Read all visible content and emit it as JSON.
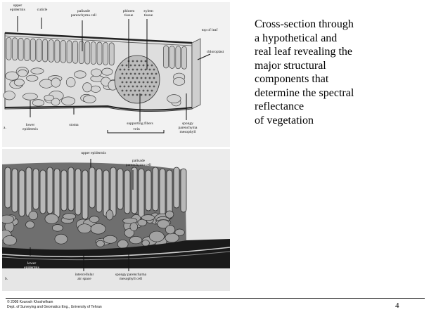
{
  "diagram_a": {
    "panel_letter": "a.",
    "labels": {
      "upper_epidermis": "upper\nepidermis",
      "cuticle": "cuticle",
      "palisade": "palisade\nparenchyma cell",
      "phloem": "phloem\ntissue",
      "xylem": "xylem\ntissue",
      "top_of_leaf": "top of leaf",
      "chloroplast": "chloroplast",
      "lower_epidermis": "lower\nepidermis",
      "stoma": "stoma",
      "supporting_fibers": "supporting fibers",
      "vein": "vein",
      "spongy": "spongy\nparenchyma\nmesophyll"
    }
  },
  "micrograph_b": {
    "panel_letter": "b.",
    "labels": {
      "upper_epidermis": "upper epidermis",
      "palisade": "palisade\nparenchyma cell",
      "lower_epidermis": "lower\nepidermis",
      "intercellular": "intercellular\nair space",
      "spongy": "spongy parenchyma\nmesophyll cell"
    }
  },
  "caption_lines": [
    "Cross-section through",
    "a hypothetical and",
    "real leaf revealing the",
    "major structural",
    "components that",
    "determine the spectral",
    "reflectance",
    "of vegetation"
  ],
  "footer": {
    "line1": "© 2008 Kourosh Khoshelham",
    "line2": "Dept. of Surveying and Geomatics Eng., University of Tehran"
  },
  "page_number": "4"
}
